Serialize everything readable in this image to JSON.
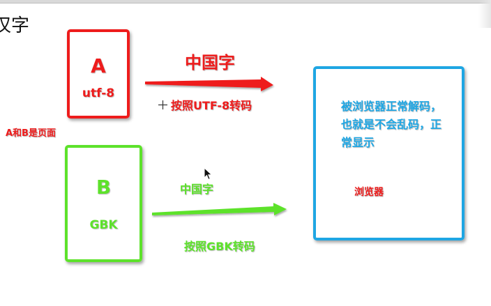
{
  "heading": "汉字",
  "box_a": {
    "letter": "A",
    "encoding": "utf-8"
  },
  "box_b": {
    "letter": "B",
    "encoding": "GBK"
  },
  "note_ab": "A和B是页面",
  "red_path": {
    "label": "中国字",
    "rule": "按照UTF-8转码"
  },
  "green_path": {
    "label": "中国字",
    "rule": "按照GBK转码"
  },
  "browser": {
    "label": "浏览器",
    "note": "被浏览器正常解码，也就是不会乱码，正常显示"
  },
  "colors": {
    "red": "#ee1c1c",
    "green": "#5de22b",
    "blue": "#1fa6e3"
  },
  "icons": {
    "cursor": "mouse-pointer-icon",
    "crosshair": "crosshair-icon"
  }
}
